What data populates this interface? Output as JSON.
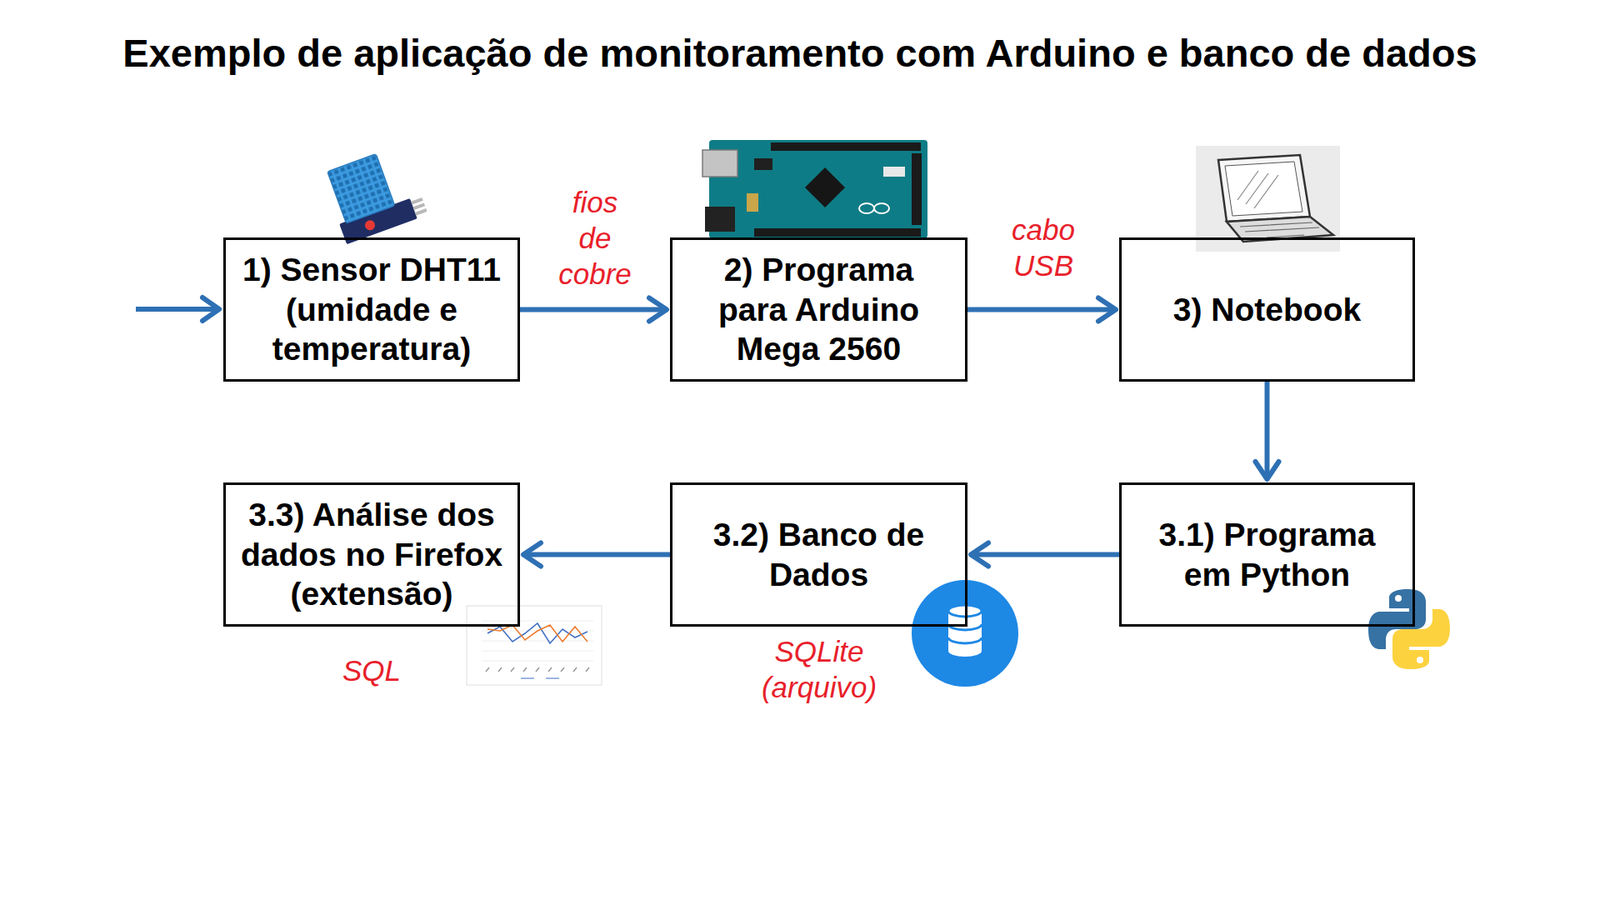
{
  "diagram": {
    "title": "Exemplo de aplicação de monitoramento com Arduino e banco de dados",
    "nodes": [
      {
        "text": [
          "1) Sensor DHT11 (umidade e temperatura)"
        ]
      },
      {
        "text": [
          "2) Programa para Arduino Mega 2560"
        ]
      },
      {
        "text": [
          "3) Notebook"
        ]
      },
      {
        "text": [
          "3.1) Programa em Python"
        ]
      },
      {
        "text": [
          "3.2) Banco de Dados"
        ]
      },
      {
        "text": [
          "3.3) Análise dos dados no Firefox (extensão)"
        ]
      }
    ],
    "edges": [
      {
        "from": 0,
        "to": 1,
        "arrow": "to",
        "label": "fios de cobre"
      },
      {
        "from": 1,
        "to": 2,
        "arrow": "to",
        "label": "cabo USB"
      },
      {
        "from": 2,
        "to": 3,
        "arrow": "to"
      },
      {
        "from": 3,
        "to": 4,
        "arrow": "to"
      },
      {
        "from": 4,
        "to": 5,
        "arrow": "to"
      }
    ],
    "labels": [
      "SQL",
      "SQLite (arquivo)"
    ]
  }
}
